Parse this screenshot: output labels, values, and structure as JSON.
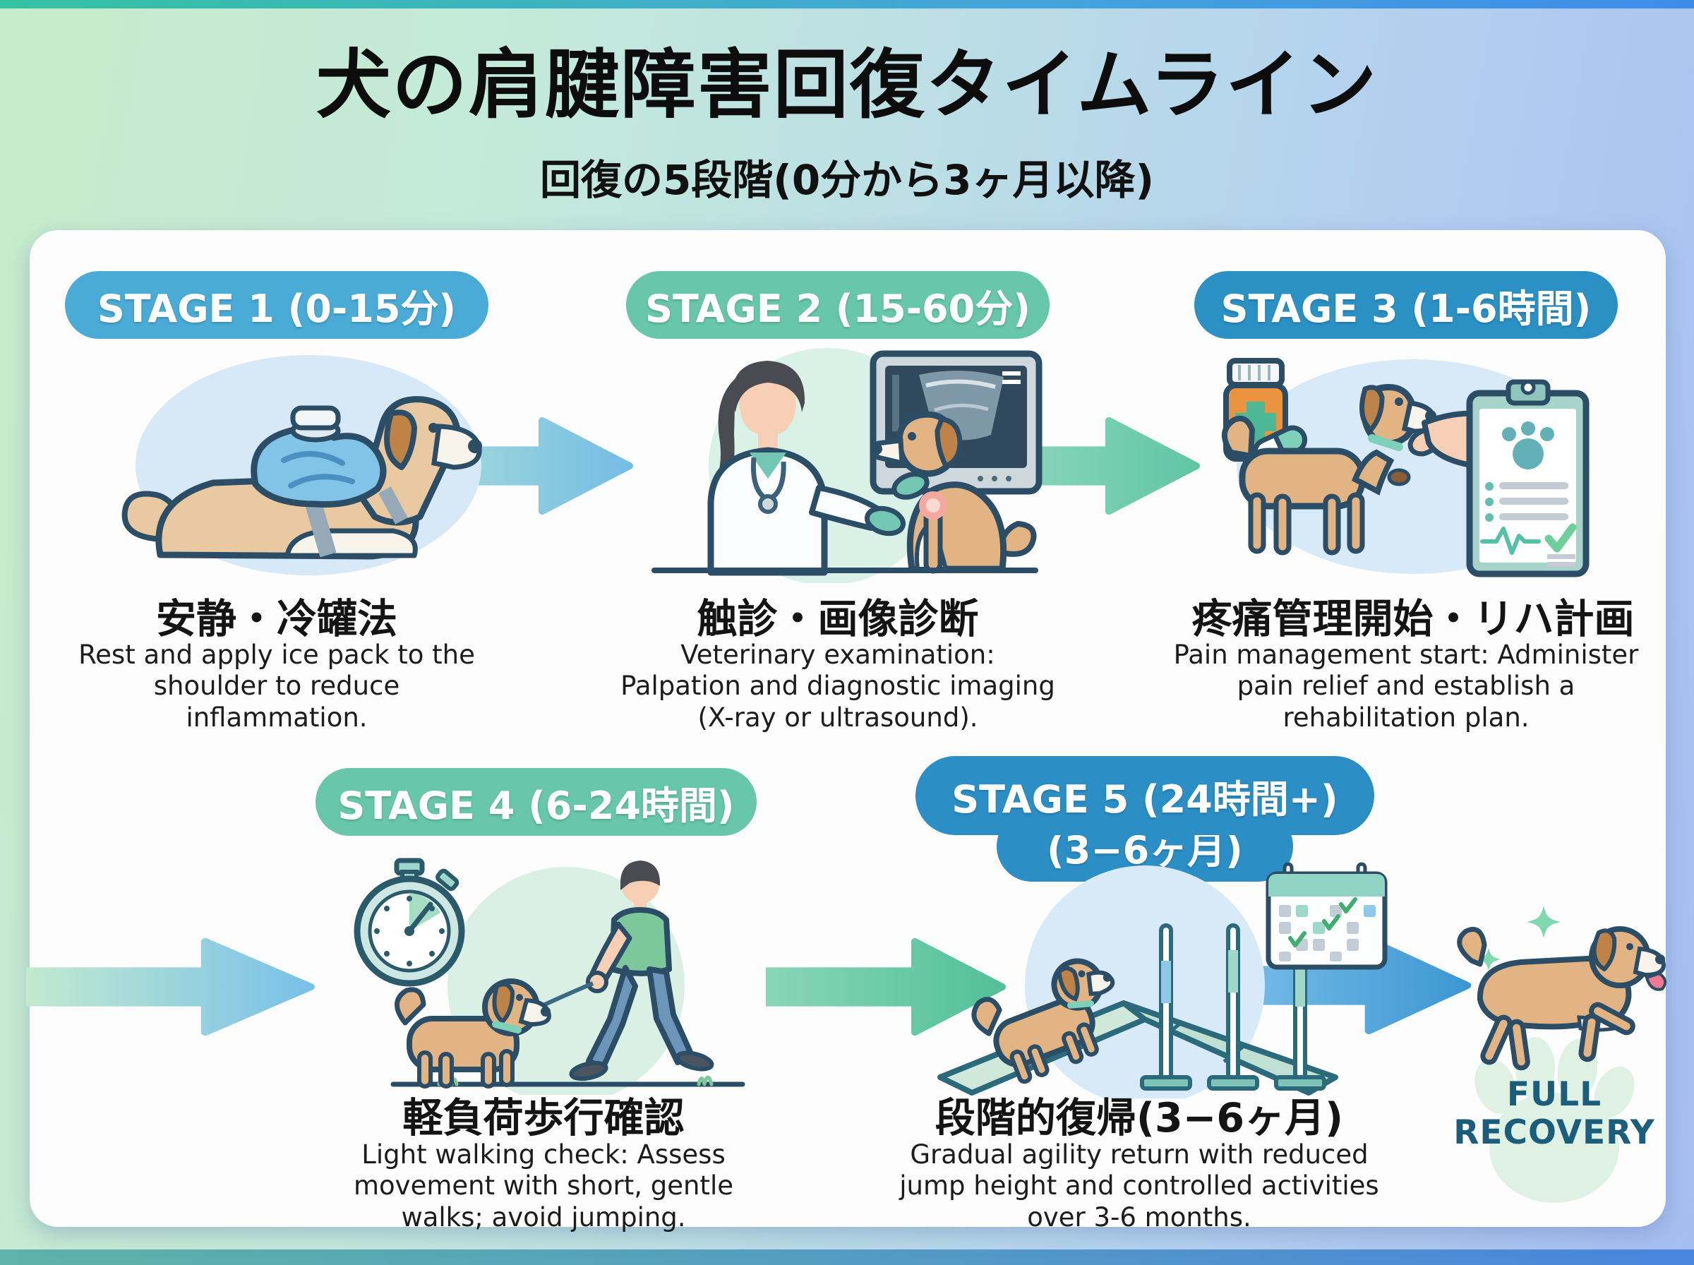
{
  "header": {
    "title": "犬の肩腱障害回復タイムライン",
    "subtitle": "回復の5段階(0分から3ヶ月以降)"
  },
  "stages": [
    {
      "badge": "STAGE 1 (0-15分)",
      "badge_color": "#4aabd6",
      "heading_jp": "安静・冷罐法",
      "description_en": "Rest and apply ice pack to the shoulder to reduce inflammation.",
      "illustration": "dog-lying-with-ice-pack-icon"
    },
    {
      "badge": "STAGE 2 (15-60分)",
      "badge_color": "#68c7a9",
      "heading_jp": "触診・画像診断",
      "description_en": "Veterinary examination: Palpation and diagnostic imaging (X-ray or ultrasound).",
      "illustration": "vet-ultrasound-exam-icon"
    },
    {
      "badge": "STAGE 3 (1-6時間)",
      "badge_color": "#2b91c4",
      "heading_jp": "疼痛管理開始・リハ計画",
      "description_en": "Pain management start: Administer pain relief and establish a rehabilitation plan.",
      "illustration": "medication-treat-clipboard-icon"
    },
    {
      "badge": "STAGE 4 (6-24時間)",
      "badge_color": "#68c7a9",
      "heading_jp": "軽負荷歩行確認",
      "description_en": "Light walking check: Assess movement with short, gentle walks; avoid jumping.",
      "illustration": "stopwatch-leash-walk-icon"
    },
    {
      "badge": "STAGE 5 (24時間+)",
      "badge_line2": "(3−6ヶ月)",
      "badge_color": "#2b8fc6",
      "heading_jp": "段階的復帰(3−6ヶ月)",
      "description_en": "Gradual agility return with reduced jump height and controlled activities over 3-6 months.",
      "illustration": "agility-ramp-calendar-icon"
    }
  ],
  "full_recovery": {
    "line1": "FULL",
    "line2": "RECOVERY",
    "color": "#1b5d7a",
    "illustration": "happy-dog-sparkles-paw-icon"
  },
  "colors": {
    "stage_blue": "#4aabd6",
    "stage_green": "#68c7a9",
    "stage_deep_blue": "#2b8fc6",
    "card_bg": "#fdfdfe",
    "bg_gradient_left": "#c6eccb",
    "bg_gradient_right": "#a7bdf2",
    "recovery_text": "#1b5d7a"
  }
}
